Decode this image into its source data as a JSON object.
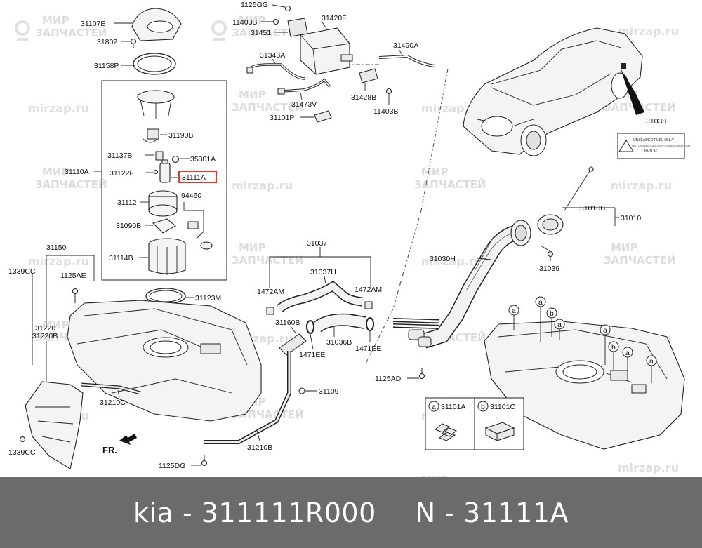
{
  "labels": {
    "p31107E": "31107E",
    "p31802": "31802",
    "p31158P": "31158P",
    "p1125GG": "1125GG",
    "p11403B_top": "11403B",
    "p31451": "31451",
    "p31420F": "31420F",
    "p31343A": "31343A",
    "p31490A": "31490A",
    "p31428B": "31428B",
    "p11403B_bot": "11403B",
    "p31473V": "31473V",
    "p31101P": "31101P",
    "p31190B": "31190B",
    "p31137B": "31137B",
    "p35301A": "35301A",
    "p31110A": "31110A",
    "p31122F": "31122F",
    "p31111A": "31111A",
    "p94460": "94460",
    "p31112": "31112",
    "p31090B": "31090B",
    "p31114B": "31114B",
    "p31150": "31150",
    "p1339CC_top": "1339CC",
    "p1125AE": "1125AE",
    "p31123M": "31123M",
    "p31220": "31220",
    "p31220B": "31220B",
    "p31210C": "31210C",
    "p1339CC_bot": "1339CC",
    "p1125DG": "1125DG",
    "p31210B": "31210B",
    "p31109": "31109",
    "p31037": "31037",
    "p31037H": "31037H",
    "p1472AM_left": "1472AM",
    "p1472AM_right": "1472AM",
    "p31160B": "31160B",
    "p31036B": "31036B",
    "p1471EE_left": "1471EE",
    "p1471EE_right": "1471EE",
    "p31030H": "31030H",
    "p31039": "31039",
    "p1125AD": "1125AD",
    "p31010B": "31010B",
    "p31010": "31010",
    "p31038": "31038",
    "p31101A": "31101A",
    "p31101C": "31101C",
    "circle_a": "a",
    "circle_b": "b",
    "front": "FR."
  },
  "fuel_label": {
    "title": "UNLEADED FUEL ONLY",
    "line2": "ONLY UNLEADED GASOLINE / ESSENCE SANS PLOMB",
    "ron": "RON 92"
  },
  "watermark": {
    "brand_line1": "МИР",
    "brand_line2": "ЗАПЧАСТЕЙ",
    "url": "mirzap.ru"
  },
  "caption": {
    "left": "kia - 311111R000",
    "right": "N - 31111A"
  },
  "colors": {
    "highlight": "#e8372c",
    "caption_bg": "#6b6b6b",
    "watermark": "#d9d9d9"
  }
}
